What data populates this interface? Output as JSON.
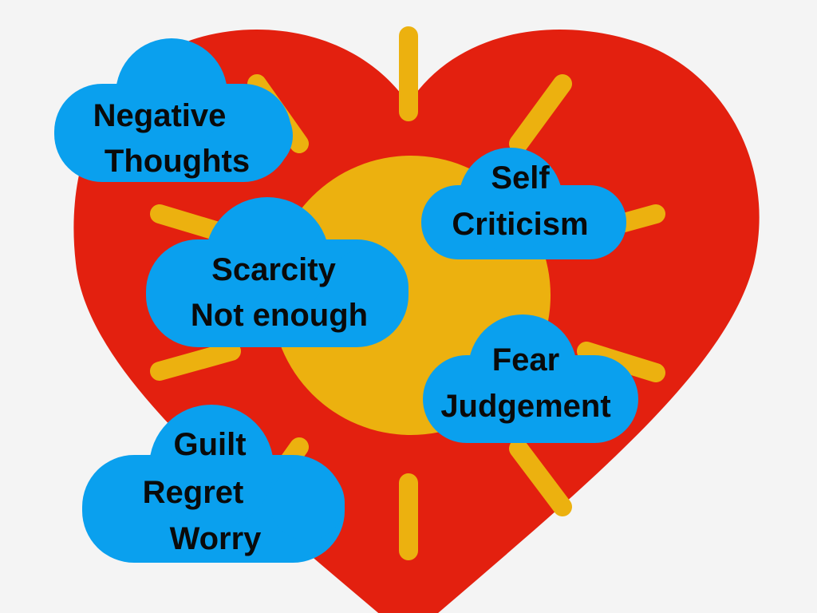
{
  "colors": {
    "background": "#f4f4f4",
    "heart": "#e3200f",
    "sun": "#ecb10f",
    "cloud": "#0aa0ee",
    "text": "#0a0a0a"
  },
  "clouds": [
    {
      "lines": [
        "Negative",
        "Thoughts"
      ]
    },
    {
      "lines": [
        "Self",
        "Criticism"
      ]
    },
    {
      "lines": [
        "Scarcity",
        "Not enough"
      ]
    },
    {
      "lines": [
        "Fear",
        "Judgement"
      ]
    },
    {
      "lines": [
        "Guilt",
        "Regret",
        "Worry"
      ]
    }
  ]
}
